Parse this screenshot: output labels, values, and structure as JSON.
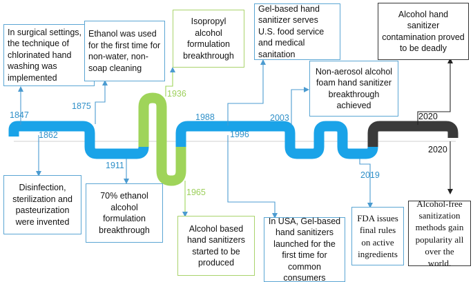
{
  "years": {
    "y1847": "1847",
    "y1862": "1862",
    "y1875": "1875",
    "y1911": "1911",
    "y1936": "1936",
    "y1965": "1965",
    "y1988": "1988",
    "y1996": "1996",
    "y2003": "2003",
    "y2019": "2019",
    "y2020a": "2020",
    "y2020b": "2020"
  },
  "events": {
    "e1847": "In surgical settings, the technique of chlorinated hand washing was implemented",
    "e1862": "Disinfection, sterilization and pasteurization were invented",
    "e1875": "Ethanol was used for the first time for non-water, non-soap cleaning",
    "e1911": "70% ethanol alcohol formulation breakthrough",
    "e1936": "Isopropyl alcohol formulation breakthrough",
    "e1965": "Alcohol based hand sanitizers started to be produced",
    "e1988": "Gel-based hand sanitizer serves U.S. food service and medical sanitation",
    "e1996": "In USA, Gel-based hand sanitizers launched for the first time for common consumers",
    "e2003": "Non-aerosol alcohol foam hand sanitizer breakthrough achieved",
    "e2019": "FDA issues final rules on active ingredients",
    "e2020a": "Alcohol hand sanitizer contamination proved to be deadly",
    "e2020b": "Alcohol-free sanitization methods gain popularity all over the world."
  },
  "colors": {
    "blue": "#1aa3e8",
    "green": "#9fd45a",
    "dark": "#3a3a3a",
    "connector": "#5aa5d3"
  }
}
